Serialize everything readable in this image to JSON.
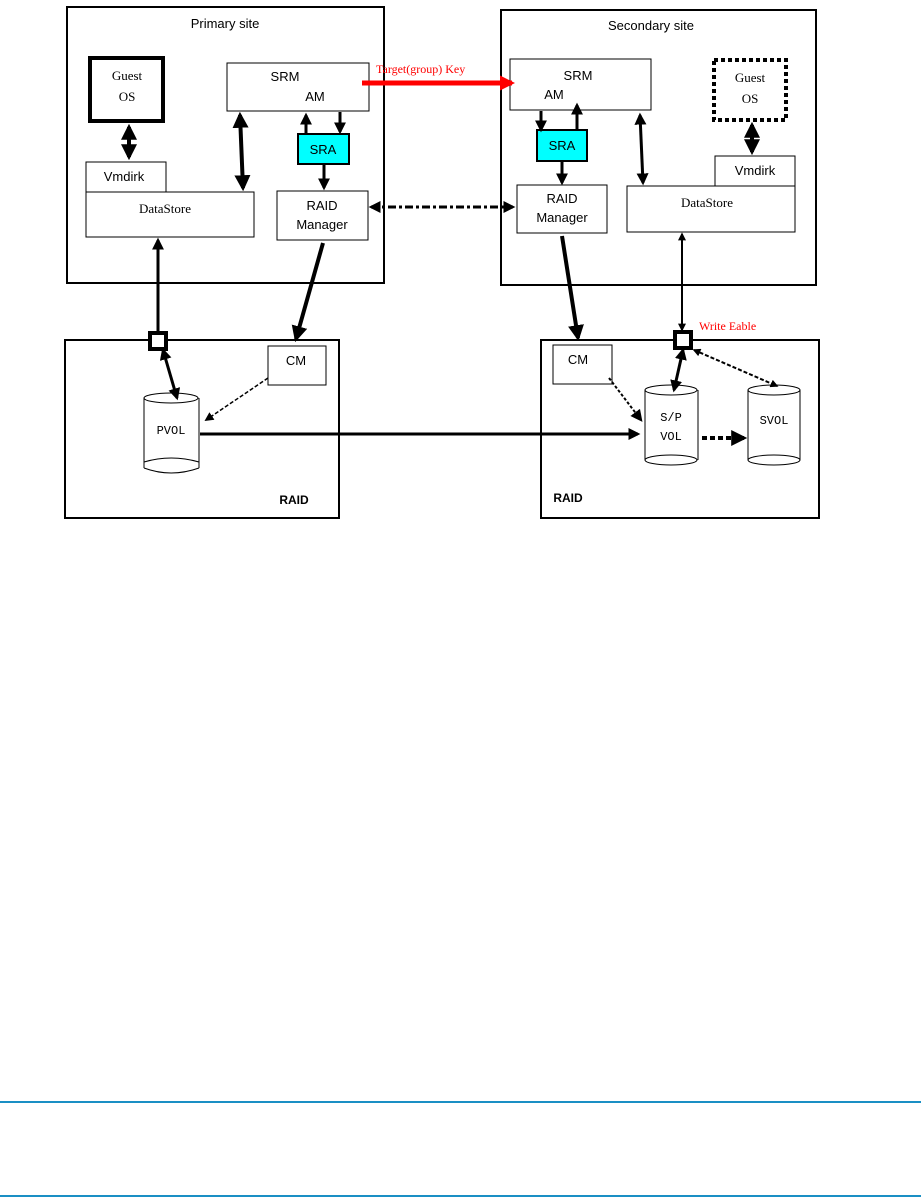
{
  "diagram": {
    "primary_site": {
      "title": "Primary site",
      "guest_os": [
        "Guest",
        "OS"
      ],
      "srm": "SRM",
      "am": "AM",
      "sra": "SRA",
      "vmdisk": "Vmdirk",
      "datastore": "DataStore",
      "raid_manager": [
        "RAID",
        "Manager"
      ]
    },
    "secondary_site": {
      "title": "Secondary site",
      "guest_os": [
        "Guest",
        "OS"
      ],
      "srm": "SRM",
      "am": "AM",
      "sra": "SRA",
      "vmdisk": "Vmdirk",
      "datastore": "DataStore",
      "raid_manager": [
        "RAID",
        "Manager"
      ]
    },
    "primary_raid": {
      "label": "RAID",
      "cm": "CM",
      "pvol": "PVOL"
    },
    "secondary_raid": {
      "label": "RAID",
      "cm": "CM",
      "spvol": [
        "S/P",
        "VOL"
      ],
      "svol": "SVOL"
    },
    "annotations": {
      "target_key": "Target(group) Key",
      "write_enable": "Write Eable"
    },
    "colors": {
      "sra_fill": "#00ffff",
      "annotation_red": "#ff0000",
      "footer_rule": "#1a8fc4"
    }
  }
}
